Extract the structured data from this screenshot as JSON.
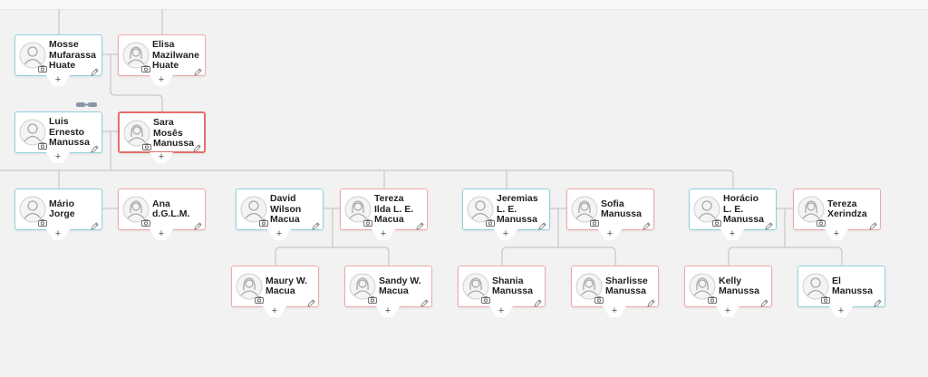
{
  "people": [
    {
      "id": "mosse",
      "name": "Mosse Mufarassa Huate",
      "gender": "male"
    },
    {
      "id": "elisa",
      "name": "Elisa Mazilwane Huate",
      "gender": "female"
    },
    {
      "id": "luis",
      "name": "Luis Ernesto Manussa",
      "gender": "male"
    },
    {
      "id": "sara",
      "name": "Sara Mosês Manussa",
      "gender": "female",
      "focused": true
    },
    {
      "id": "mario",
      "name": "Mário Jorge",
      "gender": "male"
    },
    {
      "id": "ana",
      "name": "Ana d.G.L.M.",
      "gender": "female"
    },
    {
      "id": "david",
      "name": "David Wilson Macua",
      "gender": "male"
    },
    {
      "id": "tereza-ilda",
      "name": "Tereza Ilda L. E. Macua",
      "gender": "female"
    },
    {
      "id": "jeremias",
      "name": "Jeremias L. E. Manussa",
      "gender": "male"
    },
    {
      "id": "sofia",
      "name": "Sofia Manussa",
      "gender": "female"
    },
    {
      "id": "horacio",
      "name": "Horácio L. E. Manussa",
      "gender": "male"
    },
    {
      "id": "tereza-x",
      "name": "Tereza Xerindza",
      "gender": "female"
    },
    {
      "id": "maury",
      "name": "Maury W. Macua",
      "gender": "female"
    },
    {
      "id": "sandy",
      "name": "Sandy W. Macua",
      "gender": "female"
    },
    {
      "id": "shania",
      "name": "Shania Manussa",
      "gender": "female"
    },
    {
      "id": "sharlisse",
      "name": "Sharlisse Manussa",
      "gender": "female"
    },
    {
      "id": "kelly",
      "name": "Kelly Manussa",
      "gender": "female"
    },
    {
      "id": "el",
      "name": "El Manussa",
      "gender": "male"
    }
  ],
  "add_label": "+",
  "colors": {
    "male_border": "#8fd3e0",
    "female_border": "#efaaa6",
    "focused_border": "#e36f6a",
    "line": "#c8c8c8",
    "background": "#f2f2f2"
  },
  "icons": {
    "avatar": "person-silhouette-icon",
    "photo": "camera-icon",
    "edit": "pencil-icon",
    "link": "couple-link-icon"
  }
}
